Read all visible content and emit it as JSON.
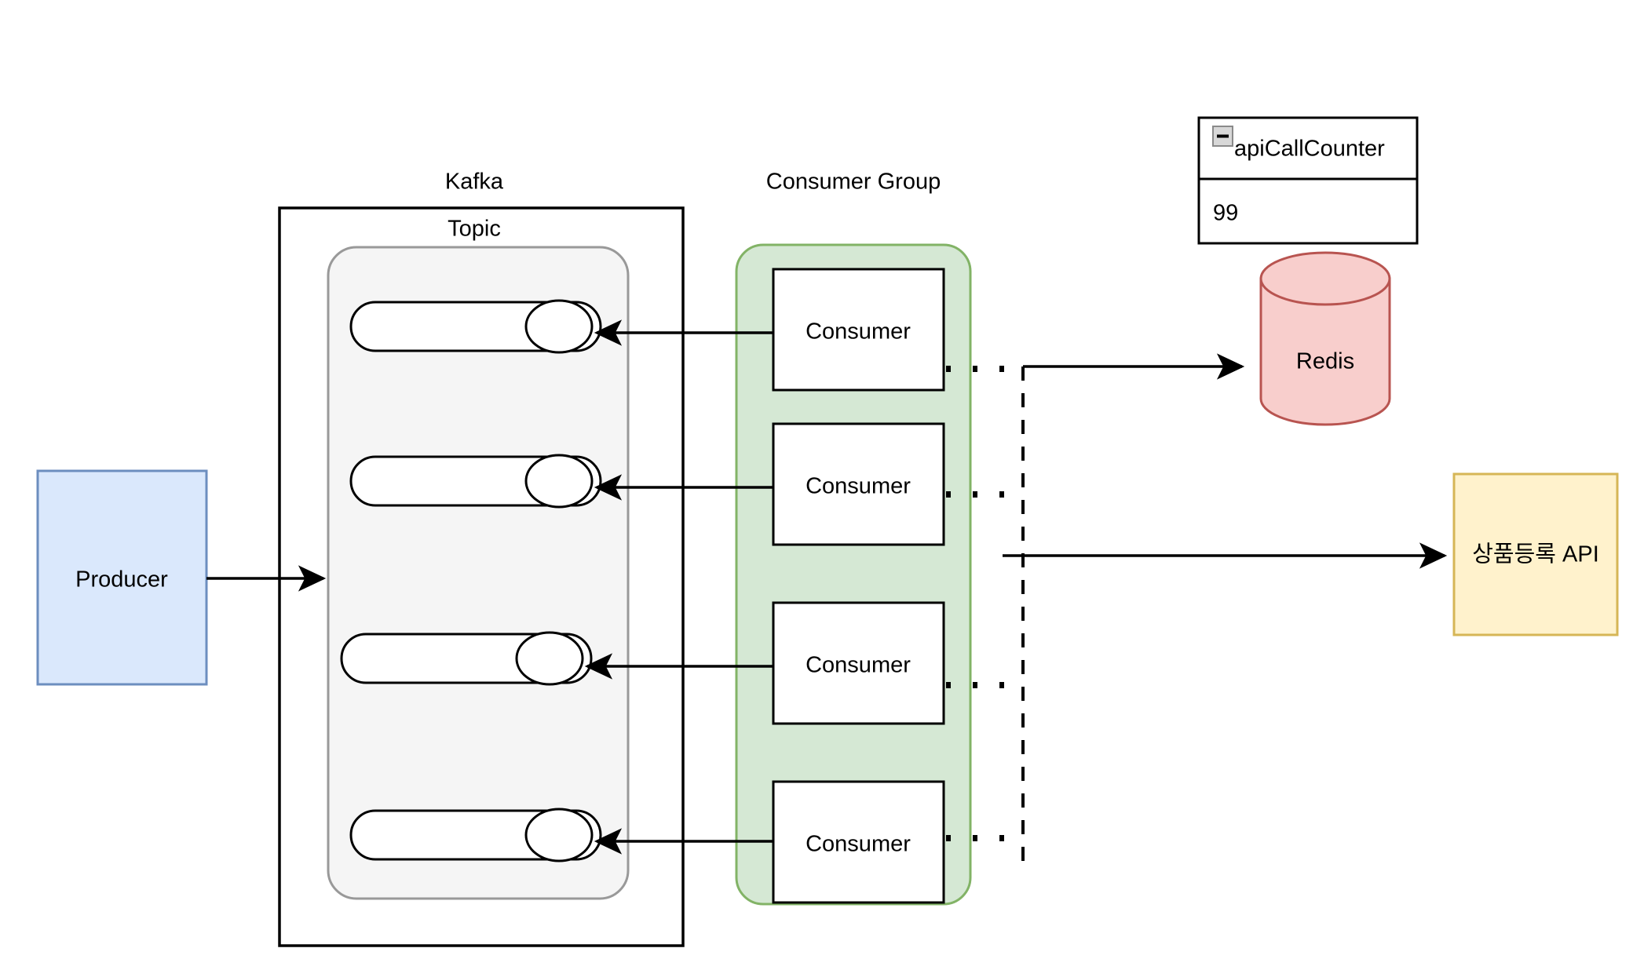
{
  "diagram": {
    "title_labels": {
      "kafka": "Kafka",
      "consumer_group": "Consumer Group",
      "topic": "Topic"
    },
    "nodes": {
      "producer": {
        "label": "Producer",
        "fill": "#dae8fc",
        "stroke": "#6c8ebf"
      },
      "topic_container": {
        "fill": "#f5f5f5",
        "stroke": "#999999"
      },
      "kafka_container": {
        "fill": "none",
        "stroke": "#000000"
      },
      "consumer_group_container": {
        "fill": "#d5e8d4",
        "stroke": "#82b366"
      },
      "partitions": [
        {
          "name": "partition-1"
        },
        {
          "name": "partition-2"
        },
        {
          "name": "partition-3"
        },
        {
          "name": "partition-4"
        }
      ],
      "consumers": [
        {
          "label": "Consumer"
        },
        {
          "label": "Consumer"
        },
        {
          "label": "Consumer"
        },
        {
          "label": "Consumer"
        }
      ],
      "redis": {
        "label": "Redis",
        "fill": "#f8cecc",
        "stroke": "#b85450"
      },
      "api": {
        "label": "상품등록 API",
        "fill": "#fff2cc",
        "stroke": "#d6b656"
      },
      "api_call_counter": {
        "title": "apiCallCounter",
        "value": "99",
        "collapse_icon": "minus-square-icon",
        "fill": "#ffffff",
        "stroke": "#000000"
      }
    },
    "edges": {
      "producer_to_topic": "arrow-right",
      "consumer_to_partition": "arrow-left",
      "consumer_to_bus": "dotted",
      "bus_line": "dashed-vertical",
      "bus_to_redis": "arrow-right",
      "bus_to_api": "arrow-right"
    },
    "colors": {
      "line": "#000000",
      "gray_border": "#999999"
    }
  }
}
